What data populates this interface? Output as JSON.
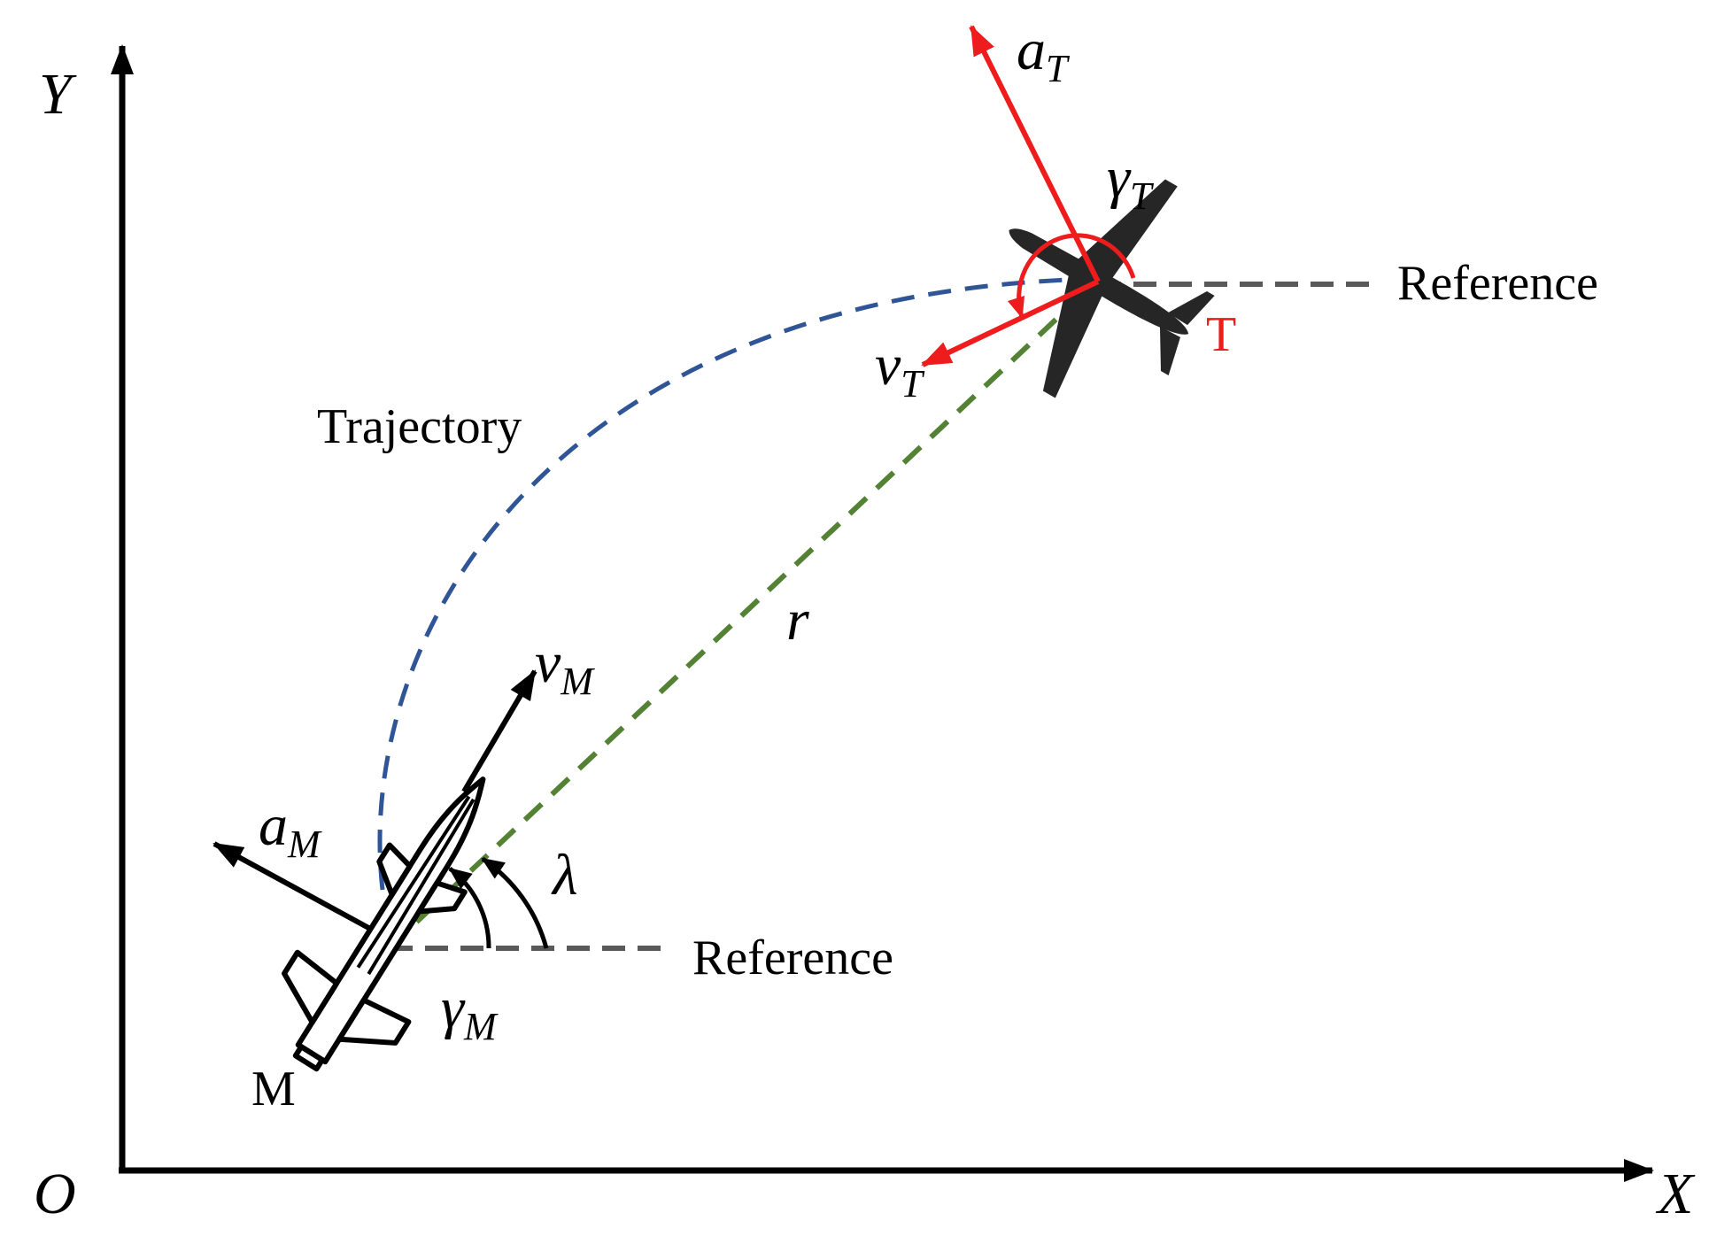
{
  "axes": {
    "x_label": "X",
    "y_label": "Y",
    "origin_label": "O"
  },
  "missile": {
    "label": "M",
    "velocity": {
      "base": "v",
      "sub": "M"
    },
    "acceleration": {
      "base": "a",
      "sub": "M"
    },
    "heading_angle": {
      "base": "γ",
      "sub": "M"
    },
    "reference_label": "Reference"
  },
  "target": {
    "label": "T",
    "velocity": {
      "base": "v",
      "sub": "T"
    },
    "acceleration": {
      "base": "a",
      "sub": "T"
    },
    "heading_angle": {
      "base": "γ",
      "sub": "T"
    },
    "reference_label": "Reference"
  },
  "los_angle_label": "λ",
  "range_label": "r",
  "trajectory_label": "Trajectory",
  "colors": {
    "axis": "#000000",
    "target_vectors": "#ee1c1c",
    "trajectory": "#2f5597",
    "line_of_sight": "#548235",
    "reference": "#595959",
    "aircraft": "#262626"
  },
  "icons": {
    "missile": "missile-icon",
    "target": "airplane-icon"
  }
}
